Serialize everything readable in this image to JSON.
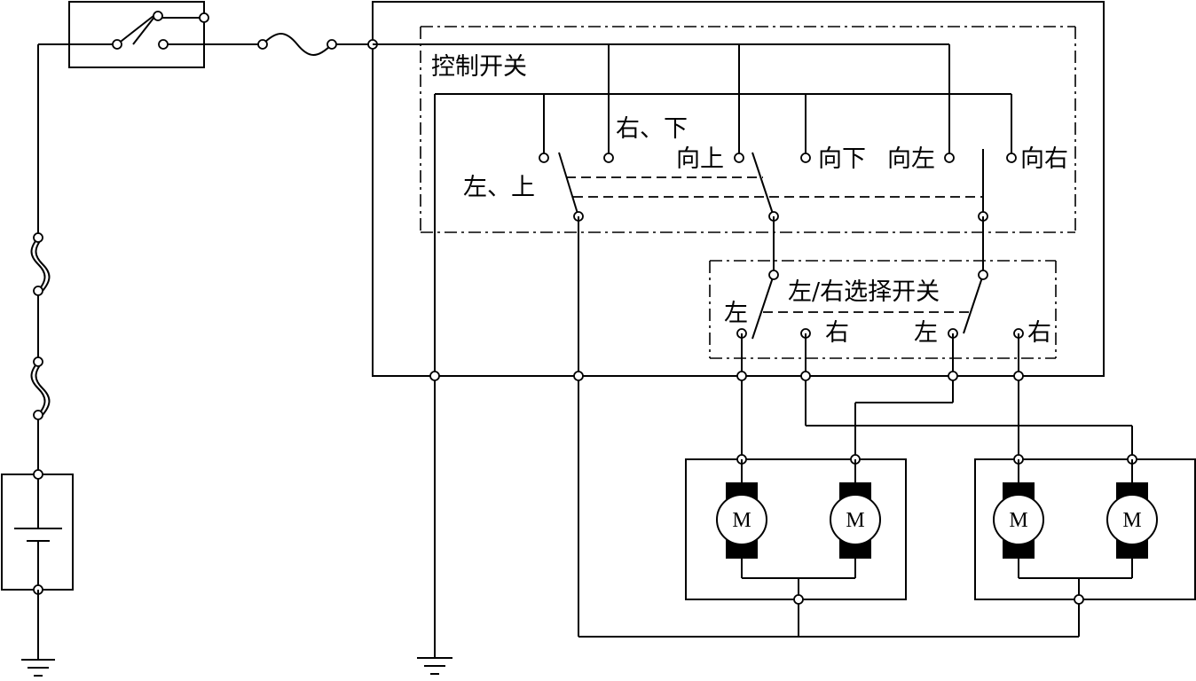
{
  "labels": {
    "control_switch": "控制开关",
    "left_up": "左、上",
    "right_down": "右、下",
    "up": "向上",
    "down": "向下",
    "left": "向左",
    "right": "向右",
    "selector_switch": "左/右选择开关",
    "sel_left_a": "左",
    "sel_right_a": "右",
    "sel_left_b": "左",
    "sel_right_b": "右"
  },
  "motors": [
    "M",
    "M",
    "M",
    "M"
  ]
}
